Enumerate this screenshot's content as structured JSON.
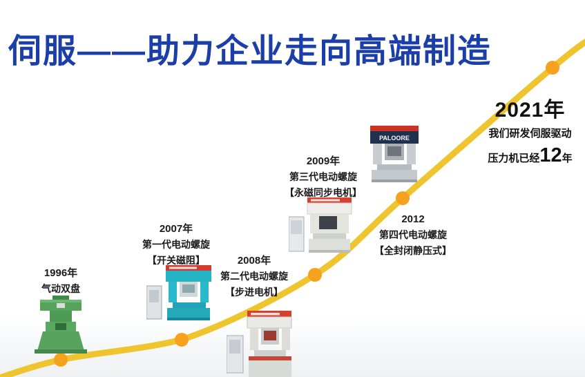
{
  "title": "伺服——助力企业走向高端制造",
  "colors": {
    "title": "#1c3ea8",
    "curve": "#eec52f",
    "dot": "#f6a21e"
  },
  "milestones": [
    {
      "year": "1996年",
      "name": "气动双盘"
    },
    {
      "year": "2007年",
      "name": "第一代电动螺旋",
      "spec": "【开关磁阻】"
    },
    {
      "year": "2008年",
      "name": "第二代电动螺旋",
      "spec": "【步进电机】"
    },
    {
      "year": "2009年",
      "name": "第三代电动螺旋",
      "spec": "【永磁同步电机】"
    },
    {
      "year": "2012",
      "name": "第四代电动螺旋",
      "spec": "【全封闭静压式】"
    }
  ],
  "finale": {
    "year": "2021年",
    "line1": "我们研发伺服驱动",
    "line2_prefix": "压力机已经",
    "line2_number": "12",
    "line2_suffix": "年"
  },
  "machine_brand": "PALOORE"
}
